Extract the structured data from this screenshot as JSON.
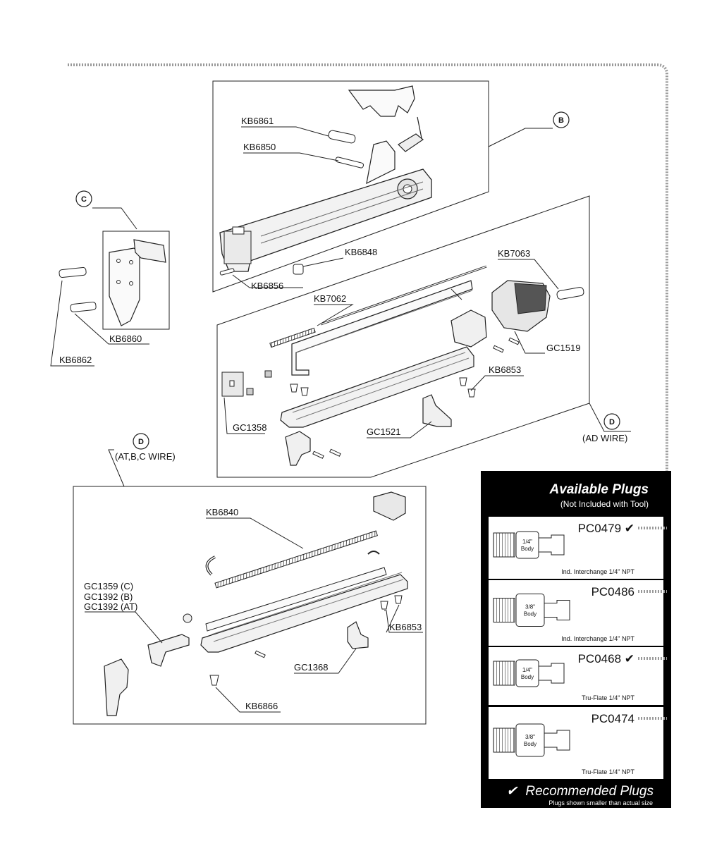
{
  "group_b": {
    "callout": "B"
  },
  "group_c": {
    "callout": "C"
  },
  "group_d_ad": {
    "callout": "D",
    "note": "(AD WIRE)"
  },
  "group_d_atbc": {
    "callout": "D",
    "note": "(AT,B,C WIRE)"
  },
  "labels": {
    "kb6861": "KB6861",
    "kb6850": "KB6850",
    "kb6848": "KB6848",
    "kb6856": "KB6856",
    "kb7063": "KB7063",
    "kb7062": "KB7062",
    "gc1519": "GC1519",
    "kb6853_top": "KB6853",
    "gc1358": "GC1358",
    "gc1521": "GC1521",
    "kb6860": "KB6860",
    "kb6862": "KB6862",
    "kb6840": "KB6840",
    "gc1359": "GC1359 (C)",
    "gc1392b": "GC1392 (B)",
    "gc1392at": "GC1392 (AT)",
    "kb6853_bottom": "KB6853",
    "gc1368": "GC1368",
    "kb6866": "KB6866"
  },
  "plugs_panel": {
    "title": "Available Plugs",
    "subtitle": "(Not Included with Tool)",
    "footer_title": "Recommended Plugs",
    "footer_sub": "Plugs shown smaller than actual size",
    "check_glyph": "✔",
    "plugs": [
      {
        "code": "PC0479 ✔",
        "body": "1/4\"",
        "body_word": "Body",
        "desc": "Ind. Interchange 1/4\" NPT"
      },
      {
        "code": "PC0486",
        "body": "3/8\"",
        "body_word": "Body",
        "desc": "Ind. Interchange 1/4\" NPT"
      },
      {
        "code": "PC0468 ✔",
        "body": "1/4\"",
        "body_word": "Body",
        "desc": "Tru-Flate 1/4\" NPT"
      },
      {
        "code": "PC0474",
        "body": "3/8\"",
        "body_word": "Body",
        "desc": "Tru-Flate 1/4\" NPT"
      }
    ]
  }
}
